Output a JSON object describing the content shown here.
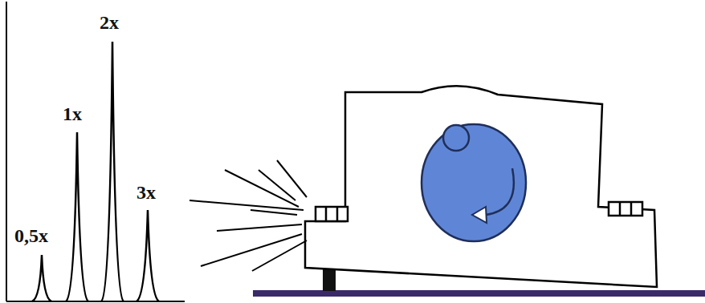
{
  "diagram": {
    "labels": [
      "0,5x",
      "1x",
      "2x",
      "3x"
    ]
  }
}
